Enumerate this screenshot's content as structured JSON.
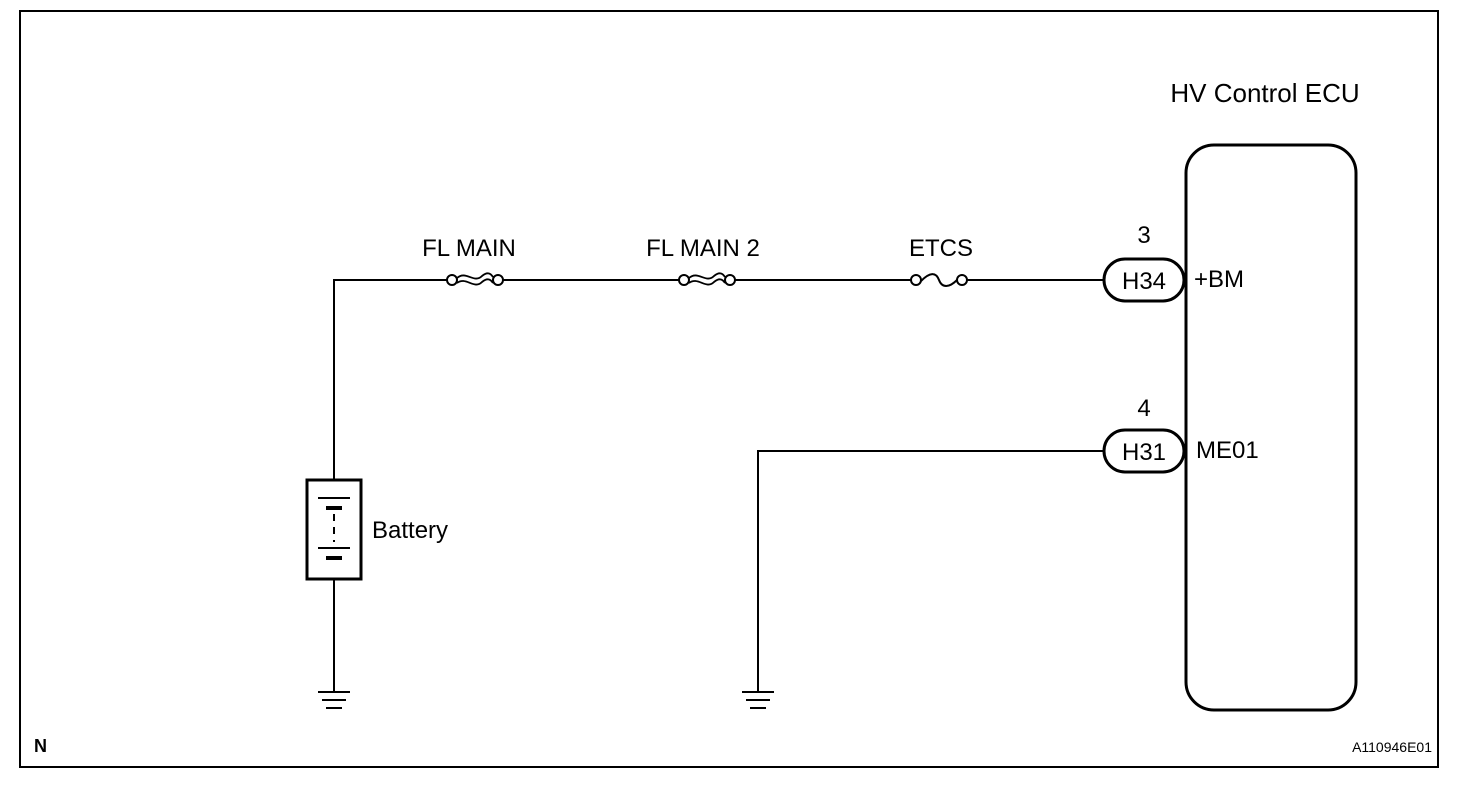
{
  "ecu": {
    "title": "HV Control ECU",
    "pins": [
      {
        "pin_number": "3",
        "connector": "H34",
        "terminal": "+BM"
      },
      {
        "pin_number": "4",
        "connector": "H31",
        "terminal": "ME01"
      }
    ]
  },
  "fuses": [
    {
      "label": "FL MAIN",
      "kind": "fusible-link"
    },
    {
      "label": "FL MAIN 2",
      "kind": "fusible-link"
    },
    {
      "label": "ETCS",
      "kind": "fuse"
    }
  ],
  "battery": {
    "label": "Battery"
  },
  "corner_left": "N",
  "figure_code": "A110946E01"
}
